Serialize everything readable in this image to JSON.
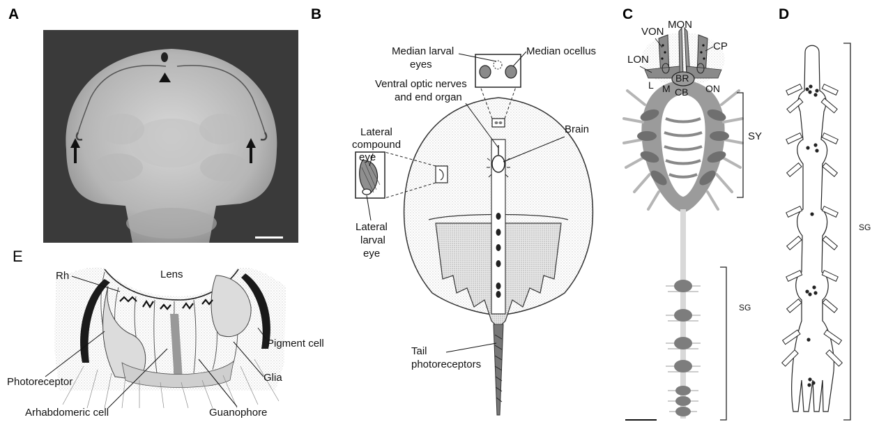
{
  "panels": {
    "a": "A",
    "b": "B",
    "c": "C",
    "d": "D",
    "e": "E"
  },
  "panel_b": {
    "median_larval_eyes": [
      "Median larval",
      "eyes"
    ],
    "median_ocellus": "Median ocellus",
    "ventral_optic": [
      "Ventral optic nerves",
      "and end organ"
    ],
    "lateral_compound": [
      "Lateral",
      "compound",
      "eye"
    ],
    "brain": "Brain",
    "lateral_larval": [
      "Lateral",
      "larval",
      "eye"
    ],
    "tail": [
      "Tail",
      "photoreceptors"
    ]
  },
  "panel_c": {
    "von": "VON",
    "mon": "MON",
    "lon": "LON",
    "cp": "CP",
    "br": "BR",
    "cb": "CB",
    "l": "L",
    "m": "M",
    "on": "ON",
    "sy": "SY",
    "sg": "SG"
  },
  "panel_d": {
    "sg": "SG"
  },
  "panel_e": {
    "lens": "Lens",
    "rh": "Rh",
    "pigment_cell": "Pigment cell",
    "photoreceptor": "Photoreceptor",
    "glia": "Glia",
    "arhabdomeric": "Arhabdomeric cell",
    "guanophore": "Guanophore"
  },
  "colors": {
    "micrograph_bg": "#3a3a3a",
    "tissue": "#c9c9c9",
    "nerve_gray": "#8a8a8a",
    "ganglion_gray": "#777777"
  }
}
